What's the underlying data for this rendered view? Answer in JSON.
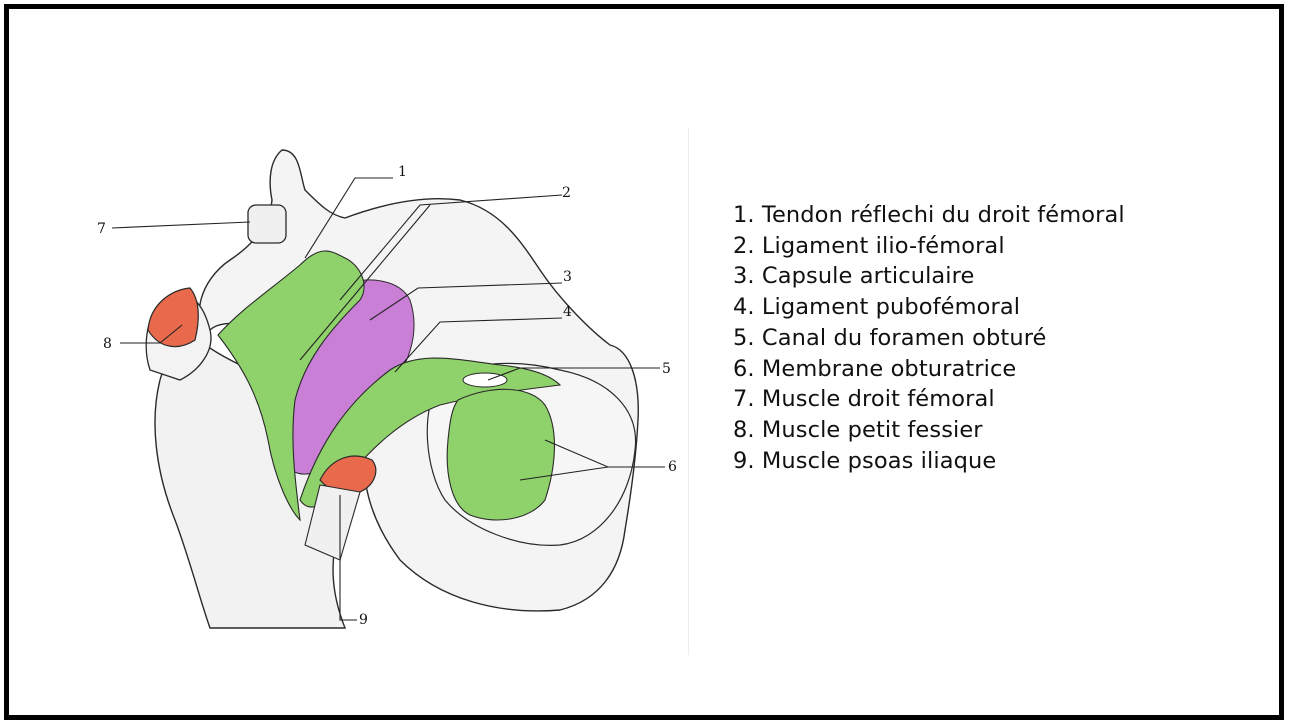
{
  "callouts": [
    "1",
    "2",
    "3",
    "4",
    "5",
    "6",
    "7",
    "8",
    "9"
  ],
  "legend": [
    "1. Tendon réflechi du droit fémoral",
    "2. Ligament ilio-fémoral",
    "3. Capsule articulaire",
    "4. Ligament pubofémoral",
    "5. Canal du foramen obturé",
    "6. Membrane obturatrice",
    "7. Muscle droit fémoral",
    "8. Muscle petit fessier",
    "9. Muscle psoas iliaque"
  ],
  "colors": {
    "ligament": "#8fd16a",
    "capsule": "#c97fd6",
    "muscle_cut": "#e8694b",
    "bone": "#f3f3f3",
    "frame": "#000000"
  }
}
